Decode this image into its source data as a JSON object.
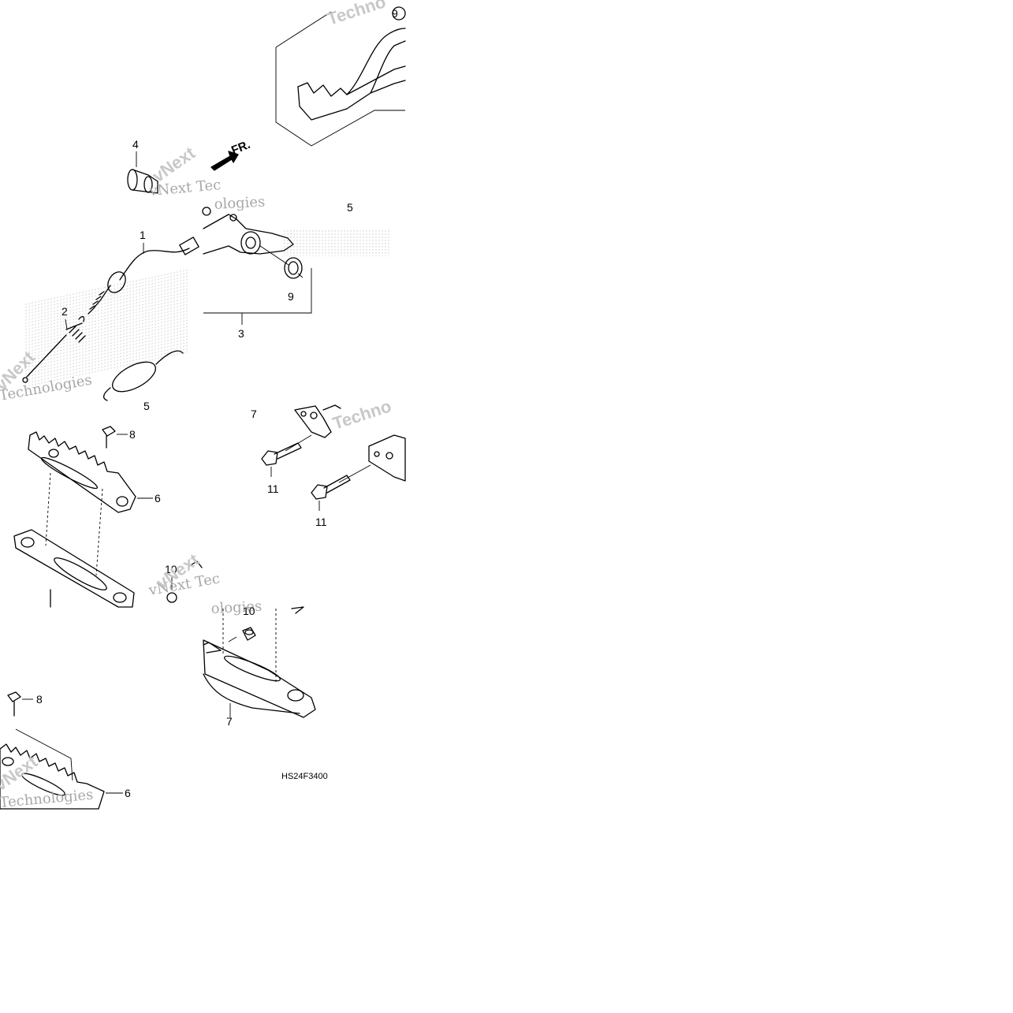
{
  "diagram": {
    "code": "HS24F3400",
    "direction_label": "FR.",
    "callouts": {
      "c1": "1",
      "c2": "2",
      "c3": "3",
      "c4": "4",
      "c5": "5",
      "c5b": "5",
      "c6a": "6",
      "c6b": "6",
      "c7a": "7",
      "c7b": "7",
      "c8a": "8",
      "c8b": "8",
      "c9a": "9",
      "c9b": "9",
      "c10a": "10",
      "c10b": "10",
      "c11a": "11",
      "c11b": "11"
    },
    "watermarks": {
      "w1": "Techno",
      "w2": "vNext Tec",
      "w3": "ologies",
      "w4": "Technologies",
      "w5": "vNext",
      "w6": "Techno",
      "w7": "vNext Tec",
      "w8": "ologies",
      "w9": "Technologies",
      "w10": "vNext"
    }
  }
}
